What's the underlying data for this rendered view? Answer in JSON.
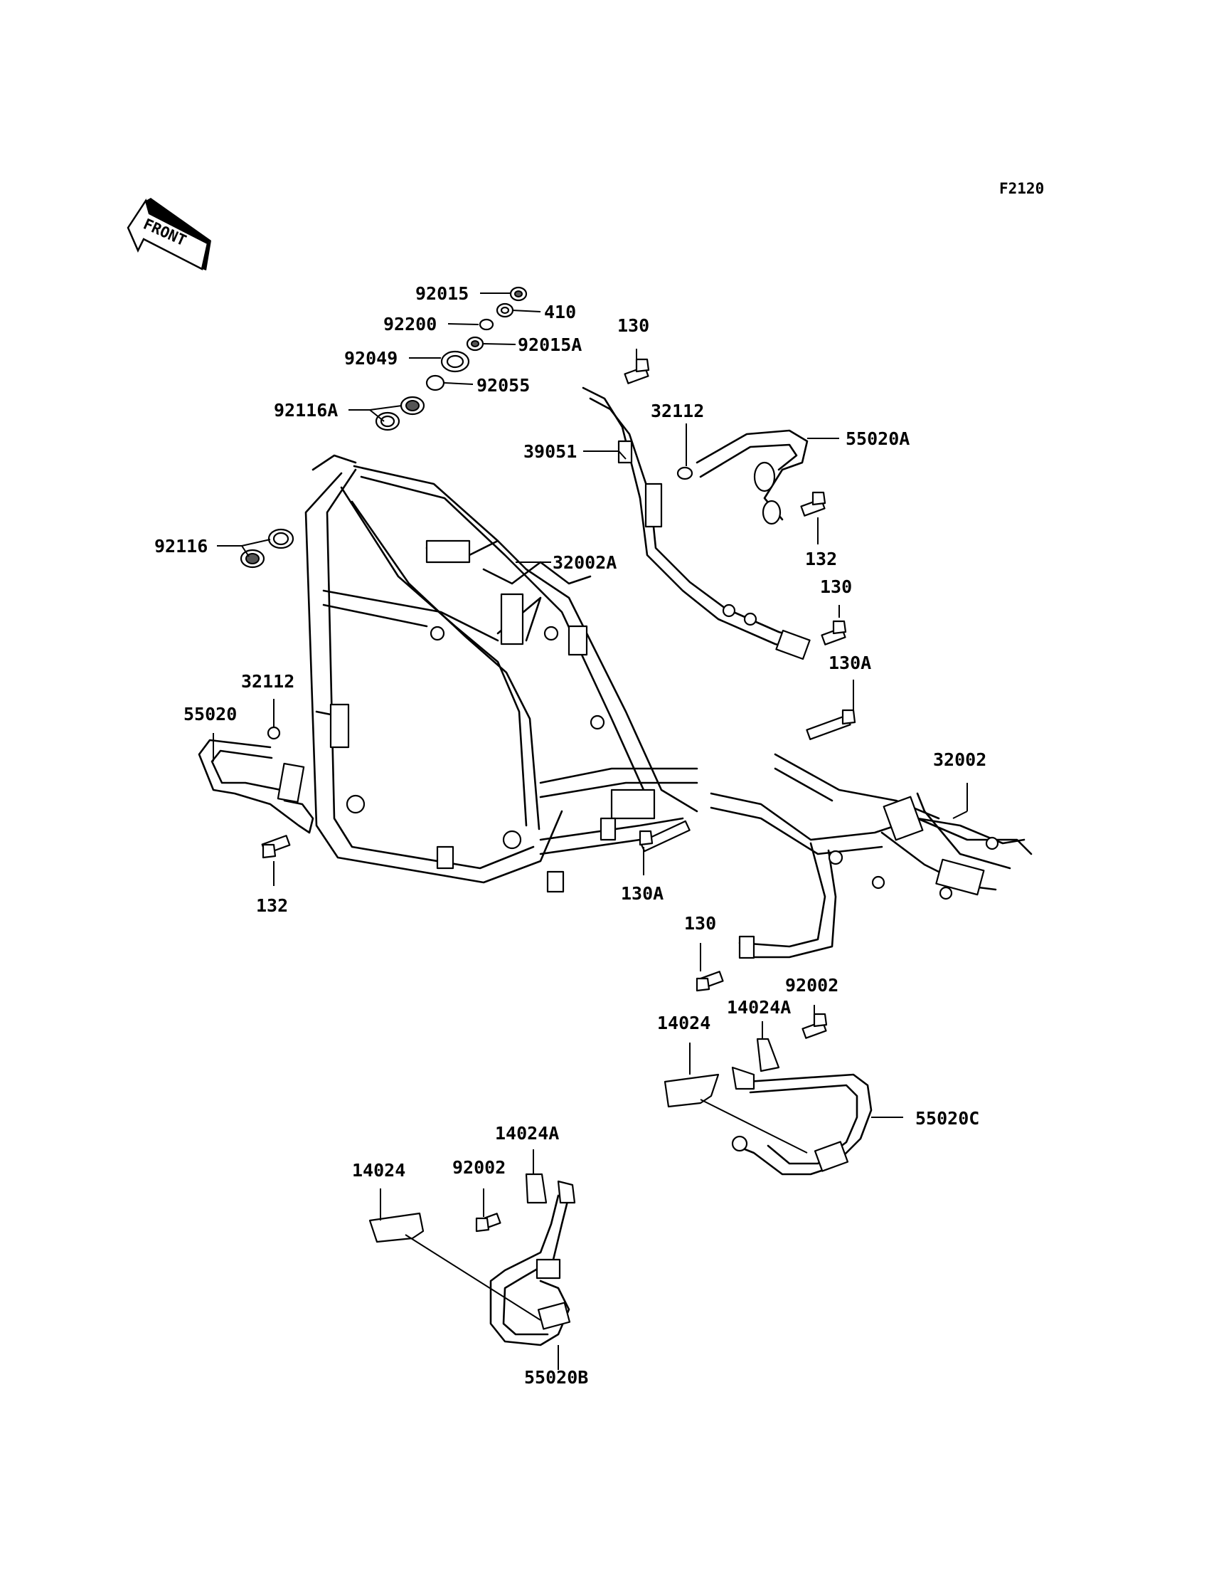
{
  "figure_code": "F2120",
  "front_arrow_text": "FRONT",
  "callouts": [
    {
      "id": "c-92015",
      "text": "92015"
    },
    {
      "id": "c-410",
      "text": "410"
    },
    {
      "id": "c-92200",
      "text": "92200"
    },
    {
      "id": "c-92015a",
      "text": "92015A"
    },
    {
      "id": "c-92049",
      "text": "92049"
    },
    {
      "id": "c-92055",
      "text": "92055"
    },
    {
      "id": "c-92116a",
      "text": "92116A"
    },
    {
      "id": "c-92116",
      "text": "92116"
    },
    {
      "id": "c-32002a",
      "text": "32002A"
    },
    {
      "id": "c-130-top",
      "text": "130"
    },
    {
      "id": "c-32112-top",
      "text": "32112"
    },
    {
      "id": "c-39051",
      "text": "39051"
    },
    {
      "id": "c-55020a",
      "text": "55020A"
    },
    {
      "id": "c-132-top",
      "text": "132"
    },
    {
      "id": "c-130-mid",
      "text": "130"
    },
    {
      "id": "c-130a-right",
      "text": "130A"
    },
    {
      "id": "c-32002",
      "text": "32002"
    },
    {
      "id": "c-32112-left",
      "text": "32112"
    },
    {
      "id": "c-55020",
      "text": "55020"
    },
    {
      "id": "c-132-left",
      "text": "132"
    },
    {
      "id": "c-130a-mid",
      "text": "130A"
    },
    {
      "id": "c-130-low",
      "text": "130"
    },
    {
      "id": "c-92002-right",
      "text": "92002"
    },
    {
      "id": "c-14024a-right",
      "text": "14024A"
    },
    {
      "id": "c-14024-right",
      "text": "14024"
    },
    {
      "id": "c-55020c",
      "text": "55020C"
    },
    {
      "id": "c-14024a-left",
      "text": "14024A"
    },
    {
      "id": "c-14024-left",
      "text": "14024"
    },
    {
      "id": "c-92002-left",
      "text": "92002"
    },
    {
      "id": "c-55020b",
      "text": "55020B"
    }
  ]
}
